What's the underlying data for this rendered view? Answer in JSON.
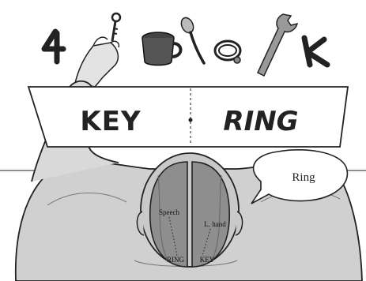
{
  "screen": {
    "left_word": "KEY",
    "right_word": "RING"
  },
  "speech_bubble": {
    "text": "Ring"
  },
  "brain": {
    "left_hemisphere_label": "Speech",
    "right_hemisphere_label": "L. hand",
    "left_bottom_label": "RING",
    "right_bottom_label": "KEY"
  },
  "objects": [
    "letter-4-icon",
    "key-icon",
    "cup-icon",
    "spoon-icon",
    "ring-icon",
    "wrench-icon",
    "letter-k-icon"
  ],
  "colors": {
    "line": "#222222",
    "skin": "#d6d6d6",
    "brain": "#8a8a8a",
    "background": "#ffffff"
  }
}
